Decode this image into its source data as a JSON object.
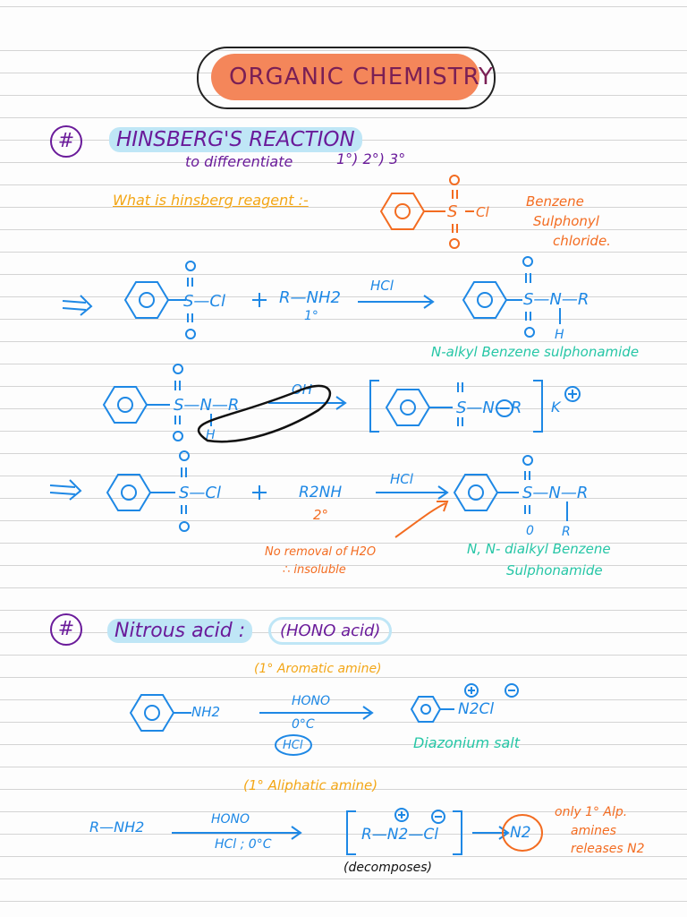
{
  "title": "ORGANIC CHEMISTRY",
  "hinsberg": {
    "heading": "HINSBERG'S REACTION",
    "subtitle": "to differentiate",
    "degrees": "1°) 2°) 3°",
    "question": "What is hinsberg reagent :-",
    "reagent_name_l1": "Benzene",
    "reagent_name_l2": "Sulphonyl",
    "reagent_name_l3": "chloride.",
    "r1_amine": "R—NH2",
    "r1_degree": "1°",
    "r1_catalyst": "HCl",
    "r1_product": "S—N—R",
    "r1_product_name": "N-alkyl Benzene sulphonamide",
    "r2_base": "OH",
    "r2_product": "S—N—R",
    "r2_counter_ion": "K",
    "r3_amine": "R2NH",
    "r3_degree": "2°",
    "r3_catalyst": "HCl",
    "r3_product": "S—N—R",
    "r3_note_l1": "No removal of H2O",
    "r3_note_l2": "∴ insoluble",
    "r3_product_name_l1": "N, N- dialkyl Benzene",
    "r3_product_name_l2": "Sulphonamide"
  },
  "nitrous": {
    "heading": "Nitrous acid :",
    "formula": "(HONO acid)",
    "aromatic_label": "(1° Aromatic amine)",
    "arom_amine": "NH2",
    "arom_reagent": "HONO",
    "arom_temp": "0°C",
    "arom_acid": "HCl",
    "arom_product": "N2Cl",
    "arom_product_name": "Diazonium salt",
    "aliphatic_label": "(1° Aliphatic amine)",
    "aliph_amine": "R—NH2",
    "aliph_reagent": "HONO",
    "aliph_conditions": "HCl ; 0°C",
    "aliph_intermediate": "R—N2—Cl",
    "aliph_decomposes": "(decomposes)",
    "aliph_product": "N2",
    "aliph_note_l1": "only 1° Alp.",
    "aliph_note_l2": "amines",
    "aliph_note_l3": "releases N2"
  }
}
